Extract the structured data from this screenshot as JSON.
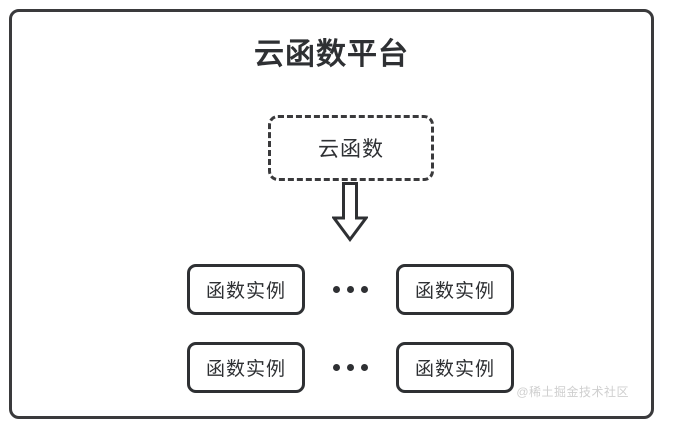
{
  "diagram": {
    "title": "云函数平台",
    "cloud_function": {
      "label": "云函数"
    },
    "arrow": {
      "icon": "arrow-down-icon",
      "direction": "down"
    },
    "instance_rows": [
      {
        "left_label": "函数实例",
        "ellipsis": "...",
        "right_label": "函数实例"
      },
      {
        "left_label": "函数实例",
        "ellipsis": "...",
        "right_label": "函数实例"
      }
    ],
    "watermark": "@稀土掘金技术社区",
    "colors": {
      "stroke": "#2e3033",
      "outer_stroke": "#3a3a3c",
      "background": "#ffffff",
      "watermark": "#cfcfcf"
    }
  }
}
